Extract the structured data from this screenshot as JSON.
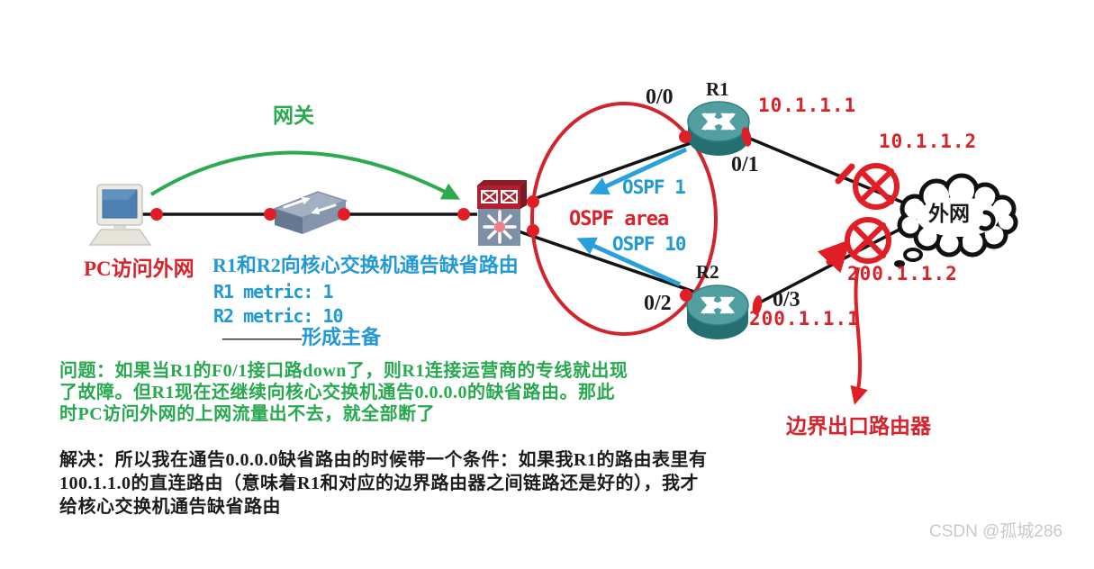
{
  "diagram": {
    "gateway_label": "网关",
    "pc_label": "PC访问外网",
    "note": {
      "advertise": "R1和R2向核心交换机通告缺省路由",
      "r1_metric": "R1 metric: 1",
      "r2_metric": "R2 metric: 10",
      "dash": "————",
      "backup": "形成主备"
    },
    "ospf": {
      "area": "OSPF area",
      "proc1": "OSPF 1",
      "proc10": "OSPF 10"
    },
    "devices": {
      "r1": "R1",
      "r2": "R2",
      "cloud": "外网",
      "edge_router": "边界出口路由器"
    },
    "interfaces": {
      "if00": "0/0",
      "if01": "0/1",
      "if02": "0/2",
      "if03": "0/3"
    },
    "ips": {
      "r1_wan": "10.1.1.1",
      "edge1": "10.1.1.2",
      "r2_wan": "200.1.1.1",
      "edge2": "200.1.1.2"
    }
  },
  "problem": {
    "line1": "问题：如果当R1的F0/1接口路down了，则R1连接运营商的专线就出现",
    "line2": "了故障。但R1现在还继续向核心交换机通告0.0.0.0的缺省路由。那此",
    "line3": "时PC访问外网的上网流量出不去，就全部断了"
  },
  "solution": {
    "line1": "解决：所以我在通告0.0.0.0缺省路由的时候带一个条件：如果我R1的路由表里有",
    "line2": "100.1.1.0的直连路由（意味着R1和对应的边界路由器之间链路还是好的），我才",
    "line3": "给核心交换机通告缺省路由"
  },
  "watermark": "CSDN @孤城286",
  "colors": {
    "red": "#d8232b",
    "blue": "#2199d6",
    "green": "#28a84f",
    "black": "#1c1c1c",
    "router_teal": "#2b7a7c",
    "switch_gray": "#7e90a8",
    "watermark_gray": "#c9c9c9"
  }
}
